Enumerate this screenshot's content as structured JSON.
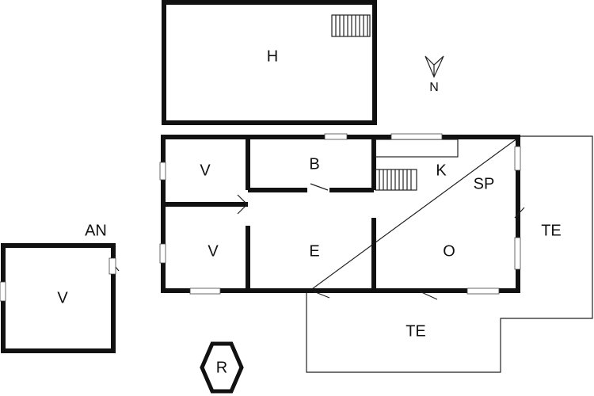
{
  "rooms": {
    "h": "H",
    "v_top": "V",
    "b": "B",
    "k": "K",
    "sp": "SP",
    "v_bottom": "V",
    "e": "E",
    "o": "O",
    "te_right": "TE",
    "te_bottom": "TE",
    "an": "AN",
    "v_shed": "V"
  },
  "north": "N",
  "badge": "R"
}
